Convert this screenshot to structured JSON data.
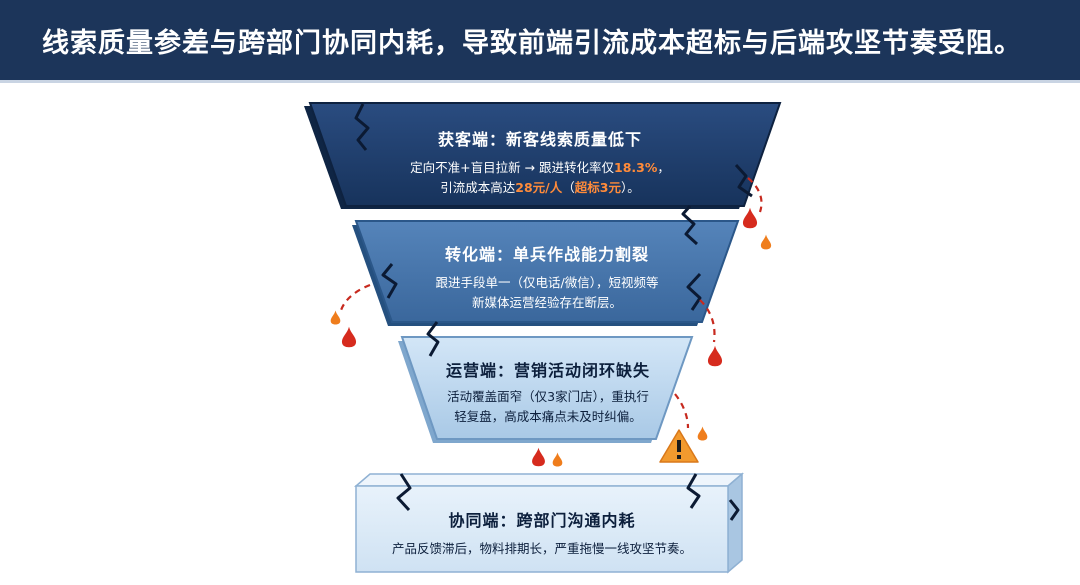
{
  "header": {
    "title": "线索质量参差与跨部门协同内耗，导致前端引流成本超标与后端攻坚节奏受阻。"
  },
  "tiers": [
    {
      "title": "获客端：新客线索质量低下",
      "line1_pre": "定向不准+盲目拉新 → 跟进转化率仅",
      "line1_value": "18.3%",
      "line1_post": "，",
      "line2_pre": "引流成本高达",
      "line2_value": "28元/人",
      "line2_mid": "（",
      "line2_excess": "超标3元",
      "line2_post": "）。"
    },
    {
      "title": "转化端：单兵作战能力割裂",
      "line1": "跟进手段单一（仅电话/微信），短视频等",
      "line2": "新媒体运营经验存在断层。"
    },
    {
      "title": "运营端：营销活动闭环缺失",
      "line1": "活动覆盖面窄（仅3家门店），重执行",
      "line2": "轻复盘，高成本痛点未及时纠偏。"
    },
    {
      "title": "协同端：跨部门沟通内耗",
      "line1": "产品反馈滞后，物料排期长，严重拖慢一线攻坚节奏。"
    }
  ],
  "colors": {
    "header_bg": "#1c355a",
    "tier1": "#1f3d6b",
    "tier2": "#3e6ea6",
    "tier3": "#b9d5ee",
    "tier4": "#dbe9f6",
    "highlight": "#ff8b3a",
    "drop": "#d62b1e",
    "warning": "#f29a2e"
  },
  "icons": [
    "crack-icon",
    "blood-drop-icon",
    "warning-icon"
  ]
}
